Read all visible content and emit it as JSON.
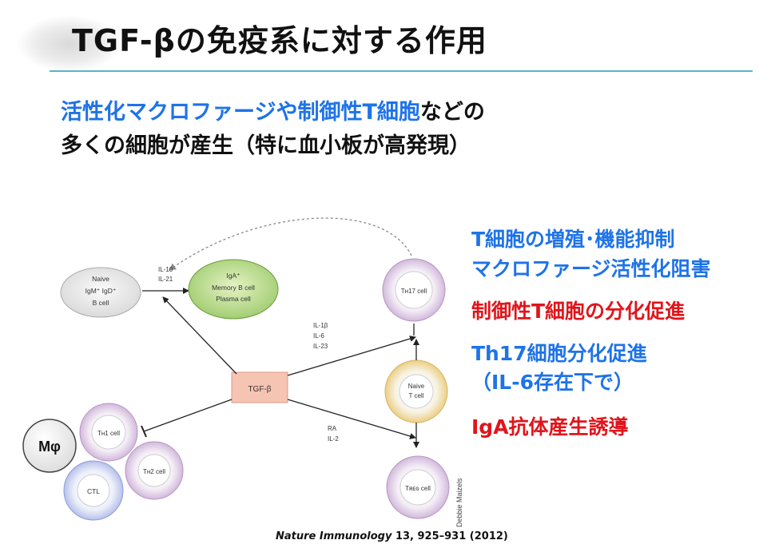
{
  "title": "TGF-βの免疫系に対する作用",
  "subtitle": {
    "line1_blue": "活性化マクロファージや制御性T細胞",
    "line1_dark": "などの",
    "line2": "多くの細胞が産生（特に血小板が高発現）"
  },
  "diagram": {
    "naive_b": [
      "Naive",
      "IgM⁺ IgD⁺",
      "B cell"
    ],
    "iga_cells": [
      "IgA⁺",
      "Memory B cell",
      "Plasma cell"
    ],
    "il_top": [
      "IL-10",
      "IL-21"
    ],
    "th17": "Tʜ17 cell",
    "il_mid": [
      "IL-1β",
      "IL-6",
      "IL-23"
    ],
    "tgf": "TGF-β",
    "naive_t": [
      "Naive",
      "T cell"
    ],
    "ra": [
      "RA",
      "IL-2"
    ],
    "treg": "Tʀᴇɢ cell",
    "th1": "Tʜ1 cell",
    "th2": "Tʜ2 cell",
    "ctl": "CTL",
    "macrophage": "Mφ",
    "credit": "Debbie Maizels"
  },
  "bullets": [
    {
      "text": "T細胞の増殖･機能抑制",
      "color": "#1e73e8"
    },
    {
      "text": "マクロファージ活性化阻害",
      "color": "#1e73e8"
    },
    {
      "text": "制御性T細胞の分化促進",
      "color": "#e0151b"
    },
    {
      "text": "Th17細胞分化促進",
      "color": "#1e73e8"
    },
    {
      "text": "（IL-6存在下で）",
      "color": "#1e73e8"
    },
    {
      "text": "IgA抗体産生誘導",
      "color": "#e0151b"
    }
  ],
  "citation": {
    "journal": "Nature Immunology",
    "details": " 13, 925–931 (2012)"
  }
}
